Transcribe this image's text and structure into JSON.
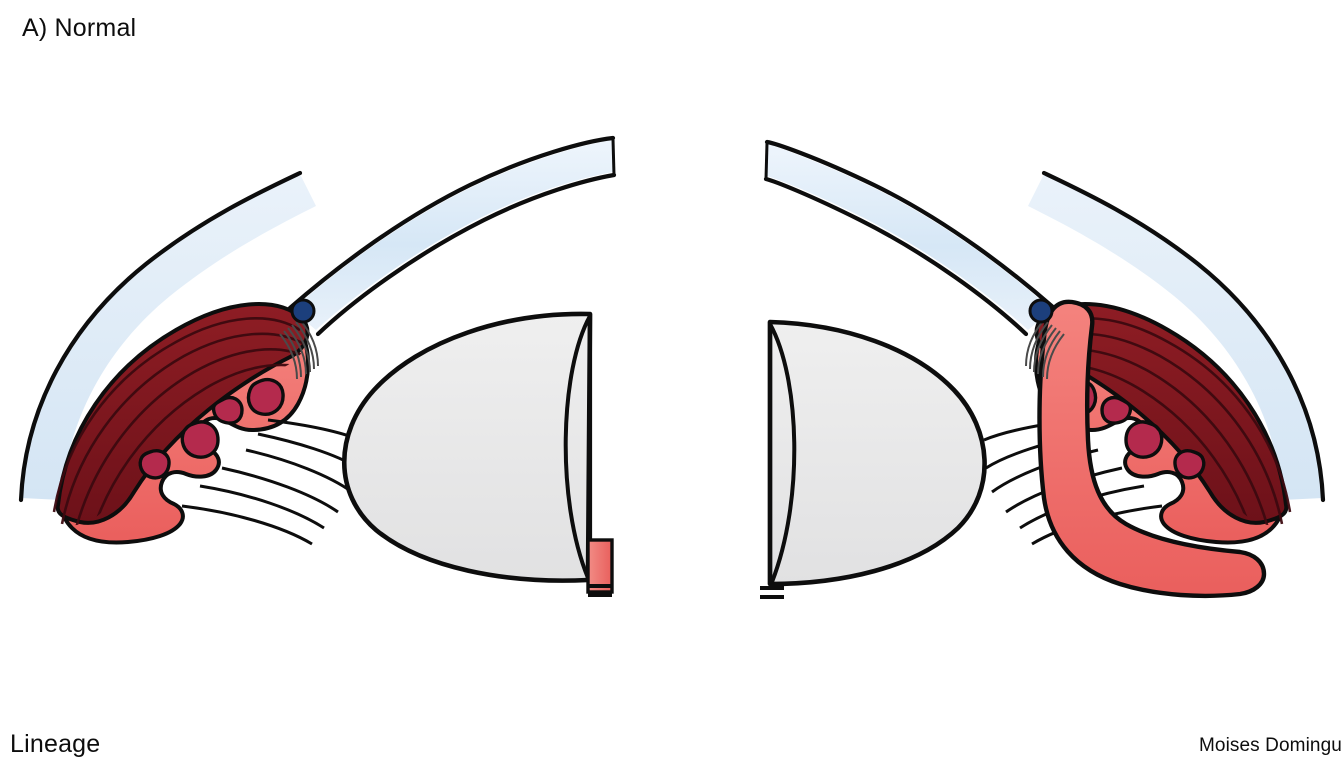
{
  "figure": {
    "panel_label": "A) Normal",
    "brand_label": "Lineage",
    "credit_label": "Moises Domingu",
    "background_color": "#ffffff",
    "outline_color": "#0d0d0d"
  },
  "palette": {
    "sclera_blue": "#dce9f5",
    "sclera_blue_light": "#eaf2fa",
    "cornea_blue": "#d8e8f6",
    "lens_gray": "#e7e7e8",
    "lens_gray_light": "#efefef",
    "ciliary_body_salmon": "#ef6d6a",
    "ciliary_body_salmon_light": "#f2817c",
    "iris_salmon": "#ef6d6a",
    "ciliary_muscle_maroon": "#8e1d24",
    "ciliary_muscle_maroon_dark": "#6e1218",
    "vessel_crimson": "#b42a4d",
    "schlemm_canal_navy": "#1c3f7c",
    "zonule_white": "#ffffff",
    "outline_black": "#0d0d0d"
  },
  "structures": {
    "left_eye": {
      "name": "left-half-eye-cross-section",
      "parts": [
        {
          "key": "cornea",
          "label": "Cornea",
          "color": "#d8e8f6"
        },
        {
          "key": "sclera",
          "label": "Sclera",
          "color": "#dce9f5"
        },
        {
          "key": "schlemm_canal",
          "label": "Schlemm's canal",
          "color": "#1c3f7c"
        },
        {
          "key": "trabecular_meshwork",
          "label": "Trabecular meshwork",
          "color": "#ffffff"
        },
        {
          "key": "ciliary_muscle",
          "label": "Ciliary muscle",
          "color": "#8e1d24"
        },
        {
          "key": "ciliary_body",
          "label": "Ciliary body and processes",
          "color": "#ef6d6a"
        },
        {
          "key": "vessels",
          "label": "Ciliary vessels",
          "color": "#b42a4d"
        },
        {
          "key": "zonules",
          "label": "Zonular fibers",
          "color": "#ffffff"
        },
        {
          "key": "lens",
          "label": "Lens",
          "color": "#e7e7e8"
        },
        {
          "key": "iris_stub",
          "label": "Iris cross-section",
          "color": "#ef6d6a"
        }
      ]
    },
    "right_eye": {
      "name": "right-half-eye-cross-section",
      "parts": [
        {
          "key": "cornea",
          "label": "Cornea",
          "color": "#d8e8f6"
        },
        {
          "key": "sclera",
          "label": "Sclera",
          "color": "#dce9f5"
        },
        {
          "key": "schlemm_canal",
          "label": "Schlemm's canal",
          "color": "#1c3f7c"
        },
        {
          "key": "trabecular_meshwork",
          "label": "Trabecular meshwork",
          "color": "#ffffff"
        },
        {
          "key": "ciliary_muscle",
          "label": "Ciliary muscle",
          "color": "#8e1d24"
        },
        {
          "key": "ciliary_body",
          "label": "Ciliary body and processes",
          "color": "#ef6d6a"
        },
        {
          "key": "vessels",
          "label": "Ciliary vessels",
          "color": "#b42a4d"
        },
        {
          "key": "zonules",
          "label": "Zonular fibers",
          "color": "#ffffff"
        },
        {
          "key": "lens",
          "label": "Lens",
          "color": "#e7e7e8"
        },
        {
          "key": "iris",
          "label": "Iris",
          "color": "#ef6d6a"
        }
      ]
    }
  }
}
